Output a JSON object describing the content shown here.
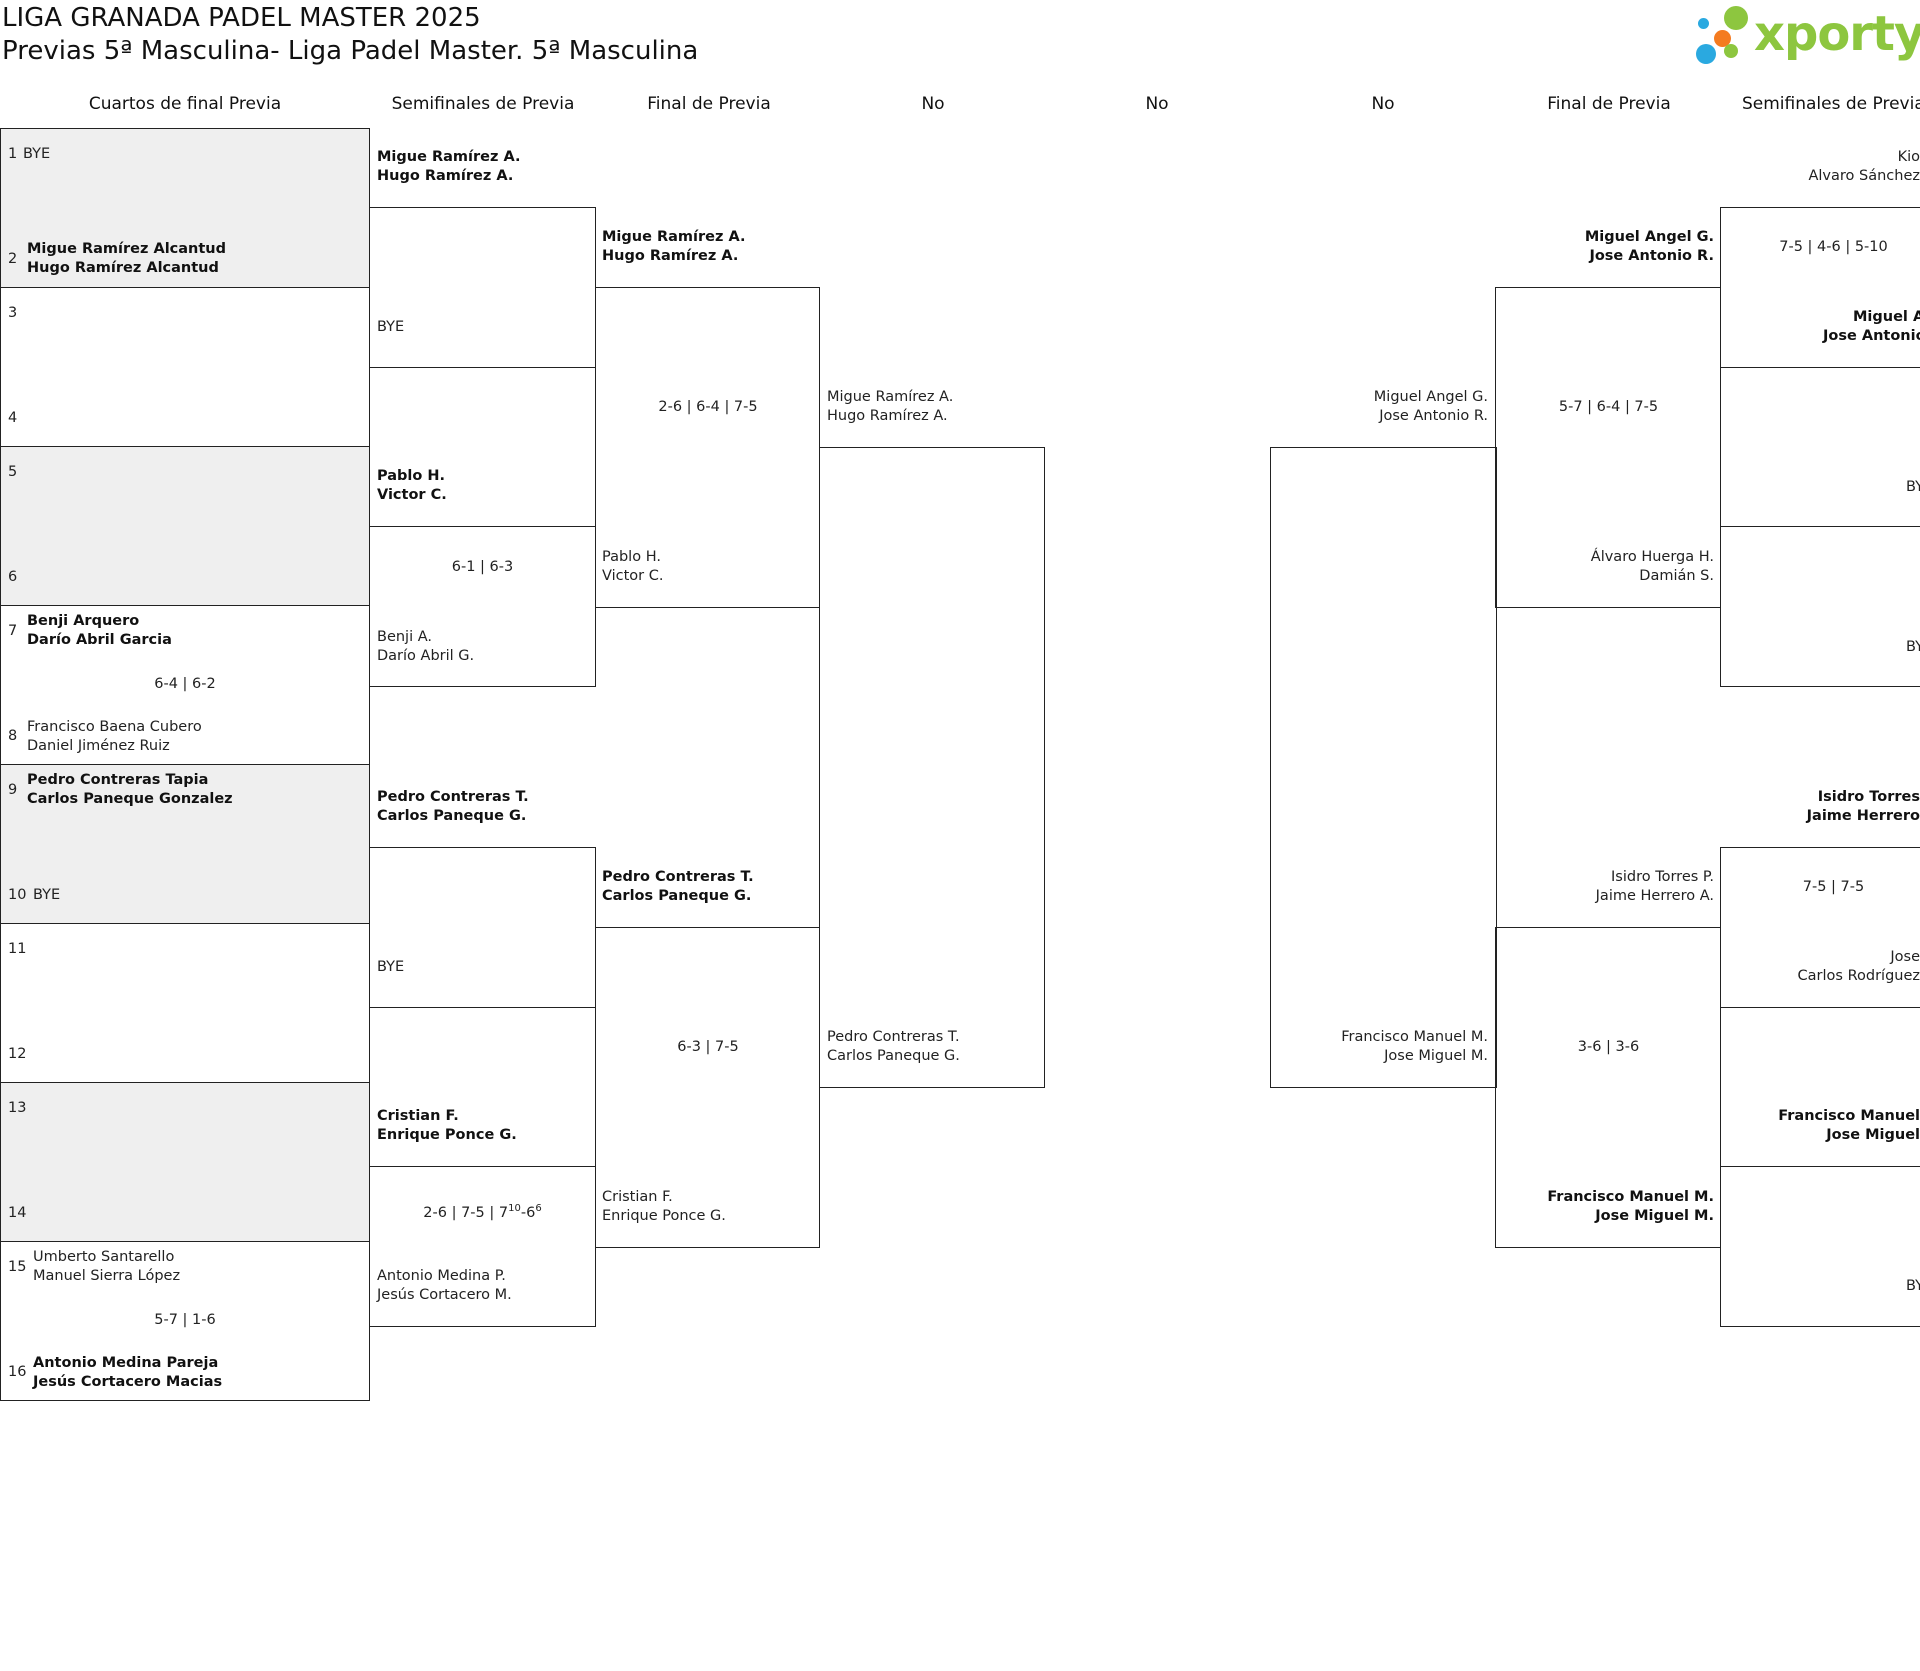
{
  "header": {
    "title": "LIGA GRANADA PADEL MASTER 2025",
    "subtitle": "Previas 5ª Masculina- Liga Padel Master. 5ª Masculina",
    "logo_text": "xporty",
    "logo_colors": [
      "#2aa9e0",
      "#8dc63f",
      "#f47b20"
    ]
  },
  "columns": [
    "Cuartos de final Previa",
    "Semifinales de Previa",
    "Final de Previa",
    "No",
    "No",
    "No",
    "Final de Previa",
    "Semifinales de Previa"
  ],
  "quarterfinals": {
    "slots": [
      {
        "num": "1",
        "name1": "BYE",
        "name2": ""
      },
      {
        "num": "2",
        "name1": "Migue Ramírez Alcantud",
        "name2": "Hugo Ramírez Alcantud"
      },
      {
        "num": "3",
        "name1": "",
        "name2": ""
      },
      {
        "num": "4",
        "name1": "",
        "name2": ""
      },
      {
        "num": "5",
        "name1": "",
        "name2": ""
      },
      {
        "num": "6",
        "name1": "",
        "name2": ""
      },
      {
        "num": "7",
        "name1": "Benji Arquero",
        "name2": "Darío Abril Garcia"
      },
      {
        "num": "8",
        "name1": "Francisco Baena Cubero",
        "name2": "Daniel Jiménez Ruiz"
      },
      {
        "num": "9",
        "name1": "Pedro Contreras Tapia",
        "name2": "Carlos Paneque Gonzalez"
      },
      {
        "num": "10",
        "name1": "BYE",
        "name2": ""
      },
      {
        "num": "11",
        "name1": "",
        "name2": ""
      },
      {
        "num": "12",
        "name1": "",
        "name2": ""
      },
      {
        "num": "13",
        "name1": "",
        "name2": ""
      },
      {
        "num": "14",
        "name1": "",
        "name2": ""
      },
      {
        "num": "15",
        "name1": "Umberto Santarello",
        "name2": "Manuel Sierra López"
      },
      {
        "num": "16",
        "name1": "Antonio Medina Pareja",
        "name2": "Jesús Cortacero Macias"
      }
    ],
    "scores": [
      "6-4 | 6-2",
      "5-7 | 1-6"
    ]
  },
  "semis_left": [
    {
      "top1": "Migue Ramírez A.",
      "top2": "Hugo Ramírez A.",
      "score": "",
      "bot1": "BYE",
      "bot2": ""
    },
    {
      "top1": "Pablo H.",
      "top2": "Victor C.",
      "score": "6-1 | 6-3",
      "bot1": "Benji A.",
      "bot2": "Darío Abril G."
    },
    {
      "top1": "Pedro Contreras T.",
      "top2": "Carlos Paneque G.",
      "score": "",
      "bot1": "BYE",
      "bot2": ""
    },
    {
      "top1": "Cristian F.",
      "top2": "Enrique Ponce G.",
      "score_main": "2-6 | 7-5 | 7",
      "score_sup1": "10",
      "score_mid": "-6",
      "score_sup2": "6",
      "bot1": "Antonio Medina P.",
      "bot2": "Jesús Cortacero M."
    }
  ],
  "final_left": [
    {
      "top1": "Migue Ramírez A.",
      "top2": "Hugo Ramírez A.",
      "score": "2-6 | 6-4 | 7-5",
      "bot1": "Pablo H.",
      "bot2": "Victor C."
    },
    {
      "top1": "Pedro Contreras T.",
      "top2": "Carlos Paneque G.",
      "score": "6-3 | 7-5",
      "bot1": "Cristian F.",
      "bot2": "Enrique Ponce G."
    }
  ],
  "no_left": {
    "top1": "Migue Ramírez A.",
    "top2": "Hugo Ramírez A.",
    "bot1": "Pedro Contreras T.",
    "bot2": "Carlos Paneque G."
  },
  "no_right": {
    "top1": "Miguel Angel G.",
    "top2": "Jose Antonio R.",
    "bot1": "Francisco Manuel M.",
    "bot2": "Jose Miguel M."
  },
  "final_right": [
    {
      "top1": "Miguel Angel G.",
      "top2": "Jose Antonio R.",
      "score": "5-7 | 6-4 | 7-5",
      "bot1": "Álvaro Huerga H.",
      "bot2": "Damián S."
    },
    {
      "top1": "Isidro Torres P.",
      "top2": "Jaime Herrero A.",
      "score": "3-6 | 3-6",
      "bot1": "Francisco Manuel M.",
      "bot2": "Jose Miguel M."
    }
  ],
  "semis_right": [
    {
      "top1": "Kio",
      "top2": "Alvaro Sánchez",
      "score": "7-5 | 4-6 | 5-10",
      "bot1": "Miguel Angel",
      "bot2": "Jose Antonio"
    },
    {
      "top1": "",
      "top2": "",
      "score": "",
      "bot1": "BY",
      "bot2": "BY"
    },
    {
      "top1": "Isidro Torres",
      "top2": "Jaime Herrero",
      "score": "7-5 | 7-5",
      "bot1": "Jose",
      "bot2": "Carlos Rodríguez"
    },
    {
      "top1": "Francisco Manuel",
      "top2": "Jose Miguel",
      "score": "",
      "bot1": "BY",
      "bot2": ""
    }
  ]
}
